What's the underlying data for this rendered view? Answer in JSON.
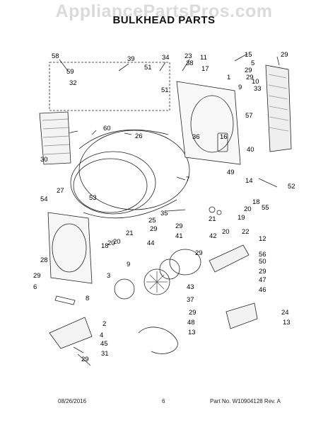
{
  "watermark": "AppliancePartsPros.com",
  "title": "BULKHEAD PARTS",
  "footer": {
    "date": "08/26/2016",
    "page": "6",
    "part_number": "Part No.  W10904128  Rev. A"
  },
  "callouts": [
    {
      "id": "c58",
      "label": "58"
    },
    {
      "id": "c39",
      "label": "39"
    },
    {
      "id": "c34",
      "label": "34"
    },
    {
      "id": "c23",
      "label": "23"
    },
    {
      "id": "c59",
      "label": "59"
    },
    {
      "id": "c51a",
      "label": "51"
    },
    {
      "id": "c32",
      "label": "32"
    },
    {
      "id": "c51b",
      "label": "51"
    },
    {
      "id": "c11",
      "label": "11"
    },
    {
      "id": "c15",
      "label": "15"
    },
    {
      "id": "c29a",
      "label": "29"
    },
    {
      "id": "c38",
      "label": "38"
    },
    {
      "id": "c5",
      "label": "5"
    },
    {
      "id": "c17",
      "label": "17"
    },
    {
      "id": "c29b",
      "label": "29"
    },
    {
      "id": "c1",
      "label": "1"
    },
    {
      "id": "c10",
      "label": "10"
    },
    {
      "id": "c9",
      "label": "9"
    },
    {
      "id": "c33",
      "label": "33"
    },
    {
      "id": "c60",
      "label": "60"
    },
    {
      "id": "c26",
      "label": "26"
    },
    {
      "id": "c57",
      "label": "57"
    },
    {
      "id": "c36",
      "label": "36"
    },
    {
      "id": "c16",
      "label": "16"
    },
    {
      "id": "c30",
      "label": "30"
    },
    {
      "id": "c40",
      "label": "40"
    },
    {
      "id": "c49",
      "label": "49"
    },
    {
      "id": "c14",
      "label": "14"
    },
    {
      "id": "c7",
      "label": "7"
    },
    {
      "id": "c52",
      "label": "52"
    },
    {
      "id": "c27",
      "label": "27"
    },
    {
      "id": "c53",
      "label": "53"
    },
    {
      "id": "c54",
      "label": "54"
    },
    {
      "id": "c55",
      "label": "55"
    },
    {
      "id": "c18",
      "label": "18"
    },
    {
      "id": "c20a",
      "label": "20"
    },
    {
      "id": "c19",
      "label": "19"
    },
    {
      "id": "c25",
      "label": "25"
    },
    {
      "id": "c35",
      "label": "35"
    },
    {
      "id": "c29c",
      "label": "29"
    },
    {
      "id": "c20b",
      "label": "20"
    },
    {
      "id": "c21a",
      "label": "21"
    },
    {
      "id": "c29d",
      "label": "29"
    },
    {
      "id": "c41",
      "label": "41"
    },
    {
      "id": "c42",
      "label": "42"
    },
    {
      "id": "c21b",
      "label": "21"
    },
    {
      "id": "c20c",
      "label": "20"
    },
    {
      "id": "c22",
      "label": "22"
    },
    {
      "id": "c12",
      "label": "12"
    },
    {
      "id": "c18b",
      "label": "18"
    },
    {
      "id": "c20d",
      "label": "20"
    },
    {
      "id": "c44",
      "label": "44"
    },
    {
      "id": "c29e",
      "label": "29"
    },
    {
      "id": "c28",
      "label": "28"
    },
    {
      "id": "c9b",
      "label": "9"
    },
    {
      "id": "c56",
      "label": "56"
    },
    {
      "id": "c50",
      "label": "50"
    },
    {
      "id": "c29f",
      "label": "29"
    },
    {
      "id": "c47",
      "label": "47"
    },
    {
      "id": "c46",
      "label": "46"
    },
    {
      "id": "c3",
      "label": "3"
    },
    {
      "id": "c29g",
      "label": "29"
    },
    {
      "id": "c6",
      "label": "6"
    },
    {
      "id": "c43",
      "label": "43"
    },
    {
      "id": "c8",
      "label": "8"
    },
    {
      "id": "c37",
      "label": "37"
    },
    {
      "id": "c29h",
      "label": "29"
    },
    {
      "id": "c24",
      "label": "24"
    },
    {
      "id": "c48",
      "label": "48"
    },
    {
      "id": "c2",
      "label": "2"
    },
    {
      "id": "c4",
      "label": "4"
    },
    {
      "id": "c13a",
      "label": "13"
    },
    {
      "id": "c13b",
      "label": "13"
    },
    {
      "id": "c45",
      "label": "45"
    },
    {
      "id": "c31",
      "label": "31"
    },
    {
      "id": "c29i",
      "label": "29"
    },
    {
      "id": "c29j",
      "label": "29"
    }
  ]
}
